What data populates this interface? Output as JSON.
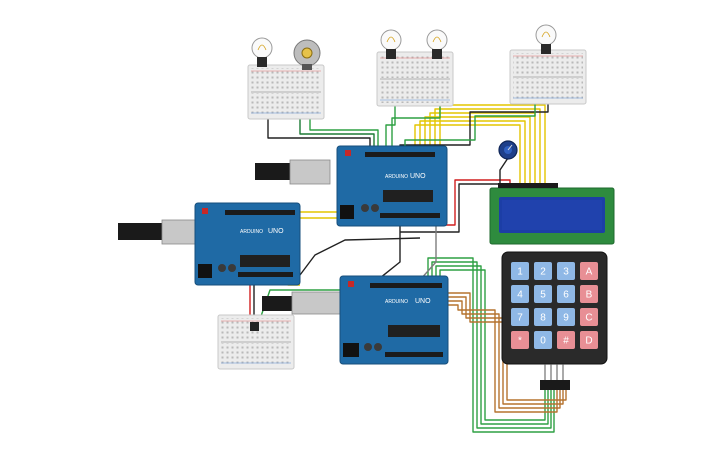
{
  "arduino_label": "UNO",
  "brand_label": "ARDUINO",
  "keypad": {
    "keys": [
      "1",
      "2",
      "3",
      "A",
      "4",
      "5",
      "6",
      "B",
      "7",
      "8",
      "9",
      "C",
      "*",
      "0",
      "#",
      "D"
    ],
    "colors": {
      "numeric": "#8fb8e6",
      "letter": "#e88f95",
      "symbol": "#e88f95"
    }
  },
  "colors": {
    "board": "#1f6aa5",
    "lcd_screen": "#1c3ea6",
    "lcd_frame": "#2e8b3e",
    "breadboard": "#ececec",
    "keypad_body": "#2a2a2a"
  }
}
